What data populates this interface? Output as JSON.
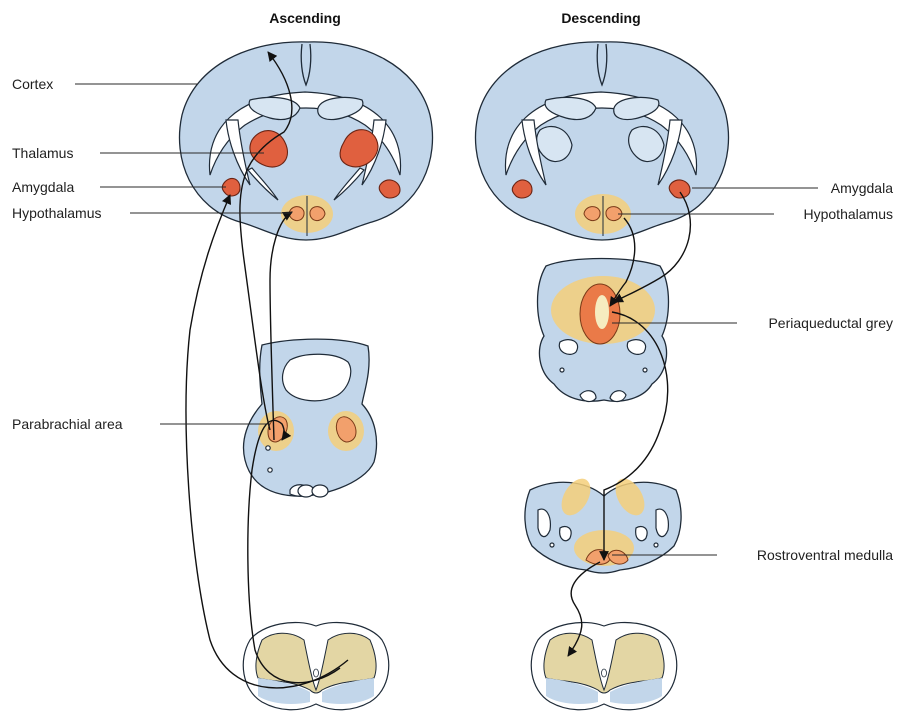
{
  "headers": {
    "ascending": "Ascending",
    "descending": "Descending"
  },
  "left_labels": {
    "cortex": "Cortex",
    "thalamus": "Thalamus",
    "amygdala": "Amygdala",
    "hypothalamus": "Hypothalamus",
    "parabrachial": "Parabrachial area"
  },
  "right_labels": {
    "amygdala": "Amygdala",
    "hypothalamus": "Hypothalamus",
    "periaqueductal": "Periaqueductal grey",
    "rostroventral": "Rostroventral medulla"
  },
  "colors": {
    "tissue": "#c2d6ea",
    "nucleus_red": "#e0603f",
    "nucleus_orange": "#f2a06c",
    "glow_yellow": "#f4cf7a",
    "outline": "#1f2b38"
  }
}
